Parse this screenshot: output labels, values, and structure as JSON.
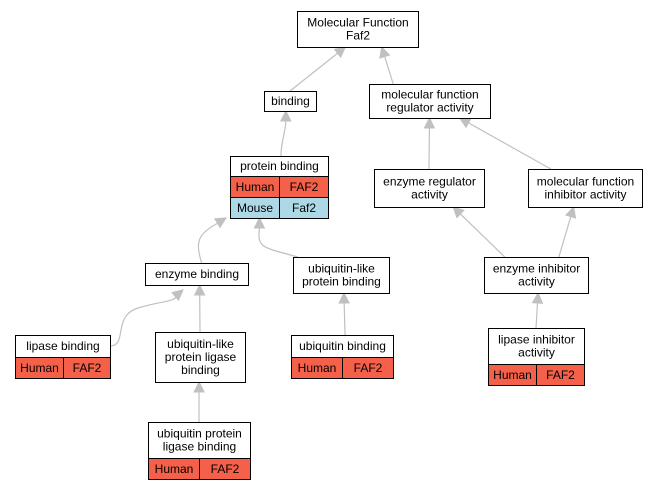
{
  "nodes": {
    "root": {
      "lines": [
        "Molecular Function",
        "Faf2"
      ]
    },
    "binding": {
      "lines": [
        "binding"
      ]
    },
    "mfra": {
      "lines": [
        "molecular function",
        "regulator activity"
      ]
    },
    "protein_binding": {
      "lines": [
        "protein binding"
      ],
      "annotations": [
        {
          "species": "Human",
          "gene": "FAF2",
          "color": "#f46049"
        },
        {
          "species": "Mouse",
          "gene": "Faf2",
          "color": "#add8e6"
        }
      ]
    },
    "enzyme_regulator": {
      "lines": [
        "enzyme regulator",
        "activity"
      ]
    },
    "mfia": {
      "lines": [
        "molecular function",
        "inhibitor activity"
      ]
    },
    "enzyme_binding": {
      "lines": [
        "enzyme binding"
      ]
    },
    "ubl_binding": {
      "lines": [
        "ubiquitin-like",
        "protein binding"
      ]
    },
    "enzyme_inhibitor": {
      "lines": [
        "enzyme inhibitor",
        "activity"
      ]
    },
    "lipase_binding": {
      "lines": [
        "lipase binding"
      ],
      "annotations": [
        {
          "species": "Human",
          "gene": "FAF2",
          "color": "#f46049"
        }
      ]
    },
    "ubl_ligase_binding": {
      "lines": [
        "ubiquitin-like",
        "protein ligase",
        "binding"
      ]
    },
    "ubiquitin_binding": {
      "lines": [
        "ubiquitin binding"
      ],
      "annotations": [
        {
          "species": "Human",
          "gene": "FAF2",
          "color": "#f46049"
        }
      ]
    },
    "lipase_inhibitor": {
      "lines": [
        "lipase inhibitor",
        "activity"
      ],
      "annotations": [
        {
          "species": "Human",
          "gene": "FAF2",
          "color": "#f46049"
        }
      ]
    },
    "ub_ligase_binding": {
      "lines": [
        "ubiquitin protein",
        "ligase binding"
      ],
      "annotations": [
        {
          "species": "Human",
          "gene": "FAF2",
          "color": "#f46049"
        }
      ]
    }
  },
  "edges": [
    {
      "from": "binding",
      "to": "root"
    },
    {
      "from": "mfra",
      "to": "root"
    },
    {
      "from": "protein_binding",
      "to": "binding"
    },
    {
      "from": "enzyme_regulator",
      "to": "mfra"
    },
    {
      "from": "mfia",
      "to": "mfra"
    },
    {
      "from": "enzyme_binding",
      "to": "protein_binding"
    },
    {
      "from": "ubl_binding",
      "to": "protein_binding"
    },
    {
      "from": "enzyme_inhibitor",
      "to": "enzyme_regulator"
    },
    {
      "from": "enzyme_inhibitor",
      "to": "mfia"
    },
    {
      "from": "lipase_binding",
      "to": "enzyme_binding"
    },
    {
      "from": "ubl_ligase_binding",
      "to": "enzyme_binding"
    },
    {
      "from": "ubiquitin_binding",
      "to": "ubl_binding"
    },
    {
      "from": "lipase_inhibitor",
      "to": "enzyme_inhibitor"
    },
    {
      "from": "ub_ligase_binding",
      "to": "ubl_ligase_binding"
    }
  ],
  "colors": {
    "human": "#f46049",
    "mouse": "#add8e6",
    "edge": "#c0c0c0"
  }
}
